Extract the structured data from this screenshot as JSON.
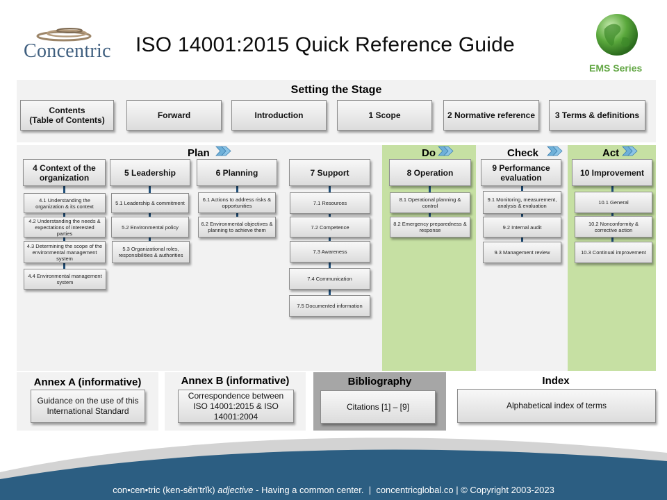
{
  "header": {
    "logo_text": "Concentric",
    "title": "ISO 14001:2015 Quick Reference Guide",
    "series": "EMS Series"
  },
  "stage": {
    "title": "Setting the Stage",
    "items": [
      "Contents\n(Table of Contents)",
      "Forward",
      "Introduction",
      "1 Scope",
      "2 Normative reference",
      "3 Terms & definitions"
    ]
  },
  "phases": {
    "plan": "Plan",
    "do": "Do",
    "check": "Check",
    "act": "Act"
  },
  "clauses": [
    {
      "title": "4 Context of the organization",
      "subs": [
        "4.1 Understanding the organization & its context",
        "4.2 Understanding the needs & expectations of interested parties",
        "4.3 Determining the scope of the environmental management system",
        "4.4 Environmental management system"
      ]
    },
    {
      "title": "5 Leadership",
      "subs": [
        "5.1 Leadership & commitment",
        "5.2 Environmental policy",
        "5.3 Organizational roles, responsibilities & authorities"
      ]
    },
    {
      "title": "6 Planning",
      "subs": [
        "6.1 Actions to address risks & opportunities",
        "6.2 Environmental objectives & planning to achieve them"
      ]
    },
    {
      "title": "7 Support",
      "subs": [
        "7.1 Resources",
        "7.2 Competence",
        "7.3 Awareness",
        "7.4 Communication",
        "7.5 Documented information"
      ]
    },
    {
      "title": "8 Operation",
      "subs": [
        "8.1 Operational planning & control",
        "8.2 Emergency preparedness & response"
      ]
    },
    {
      "title": "9 Performance evaluation",
      "subs": [
        "9.1 Monitoring, measurement, analysis & evaluation",
        "9.2 Internal audit",
        "9.3 Management review"
      ]
    },
    {
      "title": "10 Improvement",
      "subs": [
        "10.1 General",
        "10.2 Nonconformity & corrective action",
        "10.3 Continual improvement"
      ]
    }
  ],
  "annexes": [
    {
      "title": "Annex A (informative)",
      "box": "Guidance on the use of this International Standard"
    },
    {
      "title": "Annex B (informative)",
      "box": "Correspondence between ISO 14001:2015 & ISO 14001:2004"
    },
    {
      "title": "Bibliography",
      "box": "Citations [1] – [9]"
    },
    {
      "title": "Index",
      "box": "Alphabetical index of terms"
    }
  ],
  "footer": {
    "word": "con•cen•tric (ken-sĕn'trĭk)",
    "pos": "adjective",
    "rest": " - Having a common center.  |  concentricglobal.co | © Copyright 2003-2023"
  },
  "colors": {
    "accent_green": "#c6e0a3",
    "connector_blue": "#1f4e79",
    "footer_blue": "#2c5e82",
    "ems_green": "#63a745"
  }
}
